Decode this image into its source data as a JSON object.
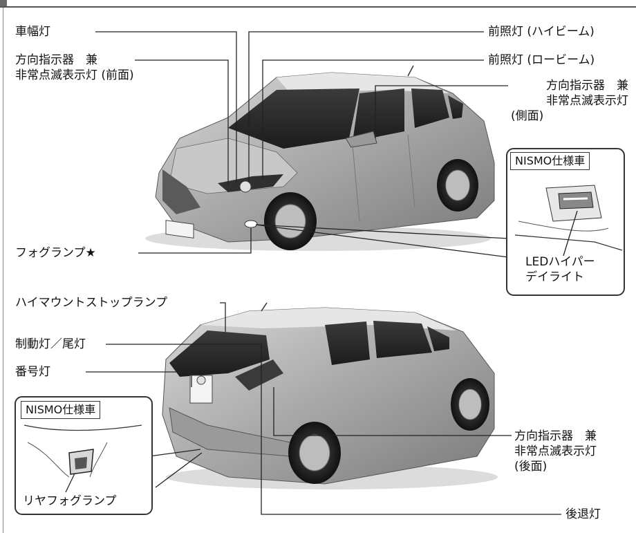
{
  "front": {
    "position_lamp": "車幅灯",
    "high_beam": "前照灯 (ハイビーム)",
    "low_beam": "前照灯 (ロービーム)",
    "front_turn": [
      "方向指示器　兼",
      "非常点滅表示灯 (前面)"
    ],
    "side_turn": [
      "方向指示器　兼",
      "非常点滅表示灯",
      "(側面)"
    ],
    "fog_lamp": "フォグランプ★",
    "nismo_title": "NISMO仕様車",
    "drl": [
      "LEDハイパー",
      "デイライト"
    ]
  },
  "rear": {
    "high_mount_stop": "ハイマウントストップランプ",
    "stop_tail": "制動灯／尾灯",
    "license": "番号灯",
    "nismo_title": "NISMO仕様車",
    "rear_fog": "リヤフォグランプ",
    "rear_turn": [
      "方向指示器　兼",
      "非常点滅表示灯",
      "(後面)"
    ],
    "backup": "後退灯"
  }
}
